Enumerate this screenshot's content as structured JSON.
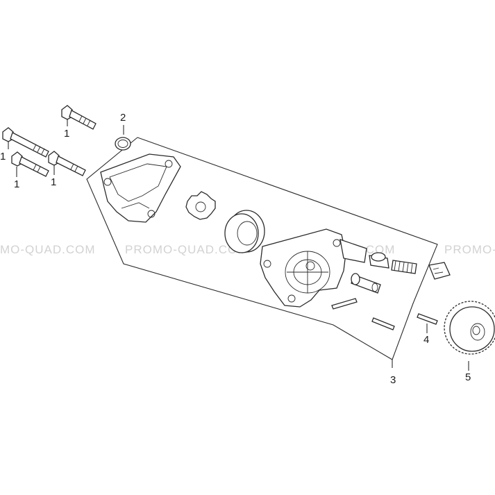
{
  "watermark": {
    "left": "MO-QUAD.COM",
    "center": "PROMO-QUAD.COM",
    "center2": "PROMO-QUAD.COM",
    "right": "PROMO-"
  },
  "callouts": {
    "bolt_a": "1",
    "bolt_b": "1",
    "bolt_c": "1",
    "bolt_d": "1",
    "o_ring": "2",
    "pump_assembly": "3",
    "dowel_pin": "4",
    "drive_gear": "5"
  }
}
